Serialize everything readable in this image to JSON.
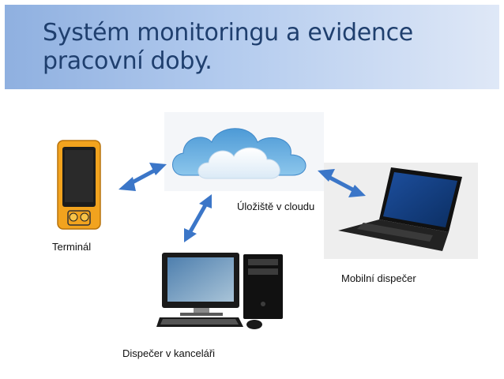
{
  "title": {
    "line1": "Systém monitoringu a evidence",
    "line2": "pracovní doby."
  },
  "nodes": {
    "terminal": {
      "label": "Terminál"
    },
    "cloud": {
      "label": "Úložiště v cloudu"
    },
    "laptop": {
      "label": "Mobilní dispečer"
    },
    "desktop": {
      "label": "Dispečer v kanceláři"
    }
  },
  "edges": [
    {
      "from": "terminal",
      "to": "cloud"
    },
    {
      "from": "cloud",
      "to": "laptop"
    },
    {
      "from": "cloud",
      "to": "desktop"
    }
  ],
  "colors": {
    "title": "#1f3f6e",
    "arrow": "#3b76c8",
    "cloud": "#5aa5da",
    "terminal_body": "#f0a020"
  }
}
